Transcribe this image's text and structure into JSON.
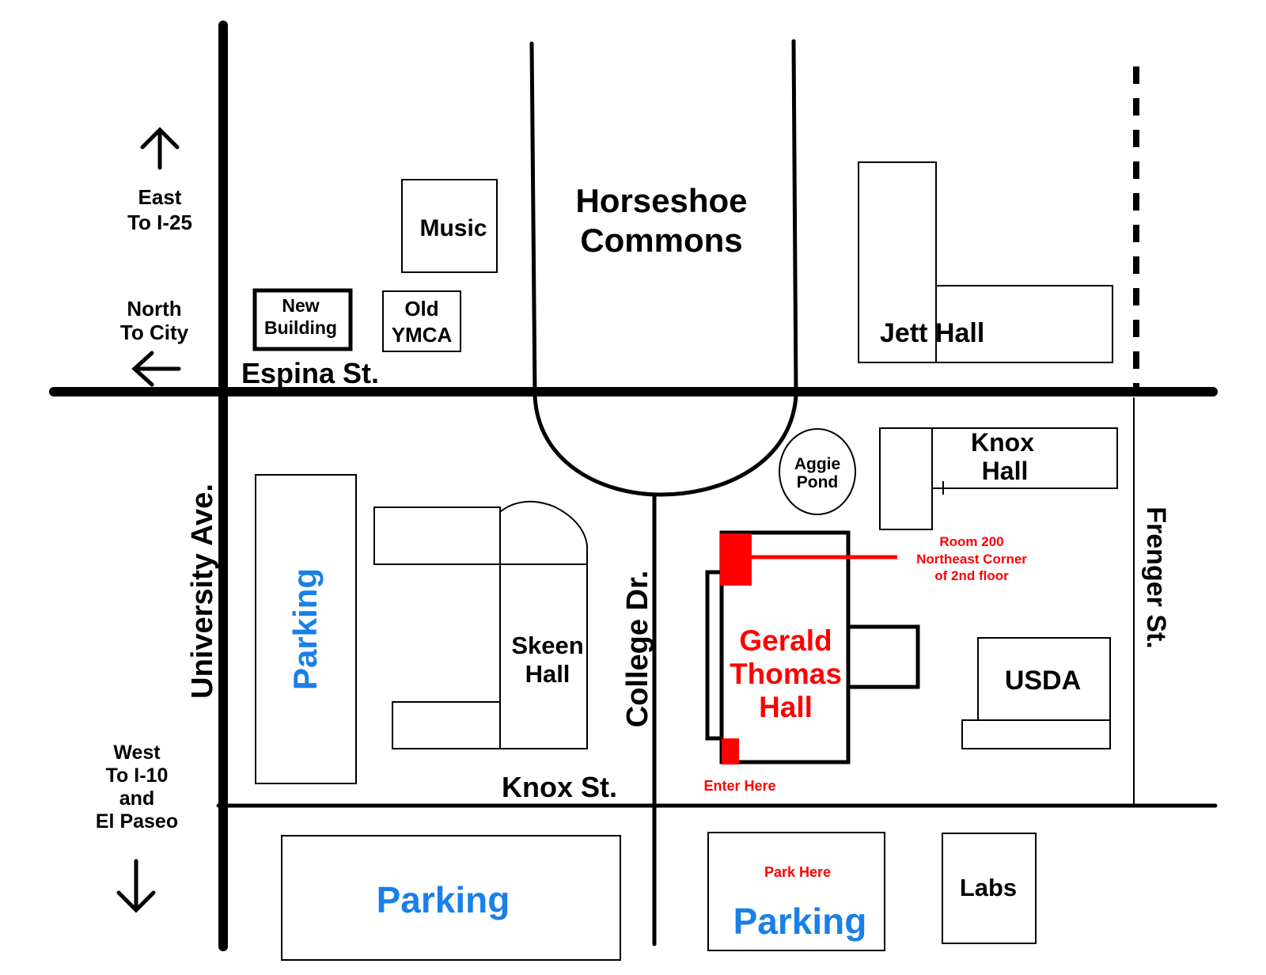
{
  "directions": {
    "east": [
      "East",
      "To  I-25"
    ],
    "north": [
      "North",
      "To City"
    ],
    "west": [
      "West",
      "To  I-10",
      "and",
      "El Paseo"
    ]
  },
  "streets": {
    "espina": "Espina St.",
    "university": "University  Ave.",
    "college": "College Dr.",
    "knox": "Knox   St.",
    "frenger": "Frenger   St."
  },
  "buildings": {
    "music": "Music",
    "horseshoe": [
      "Horseshoe",
      "Commons"
    ],
    "new_building": [
      "New",
      "Building"
    ],
    "old_ymca": [
      "Old",
      "YMCA"
    ],
    "jett_hall": "Jett   Hall",
    "knox_hall": [
      "Knox",
      "Hall"
    ],
    "aggie_pond": [
      "Aggie",
      "Pond"
    ],
    "skeen_hall": [
      "Skeen",
      "Hall"
    ],
    "gerald_thomas": [
      "Gerald",
      "Thomas",
      "Hall"
    ],
    "usda": "USDA",
    "labs": "Labs"
  },
  "parking": {
    "vertical": "Parking",
    "bottom_left": "Parking",
    "bottom_right": "Parking",
    "park_here": "Park Here"
  },
  "annotations": {
    "room": [
      "Room 200",
      "Northeast Corner",
      "of 2nd floor"
    ],
    "enter_here": "Enter Here"
  },
  "colors": {
    "label_blue": "#1a7fe8",
    "highlight_red": "#ff0000",
    "line_black": "#000000"
  }
}
